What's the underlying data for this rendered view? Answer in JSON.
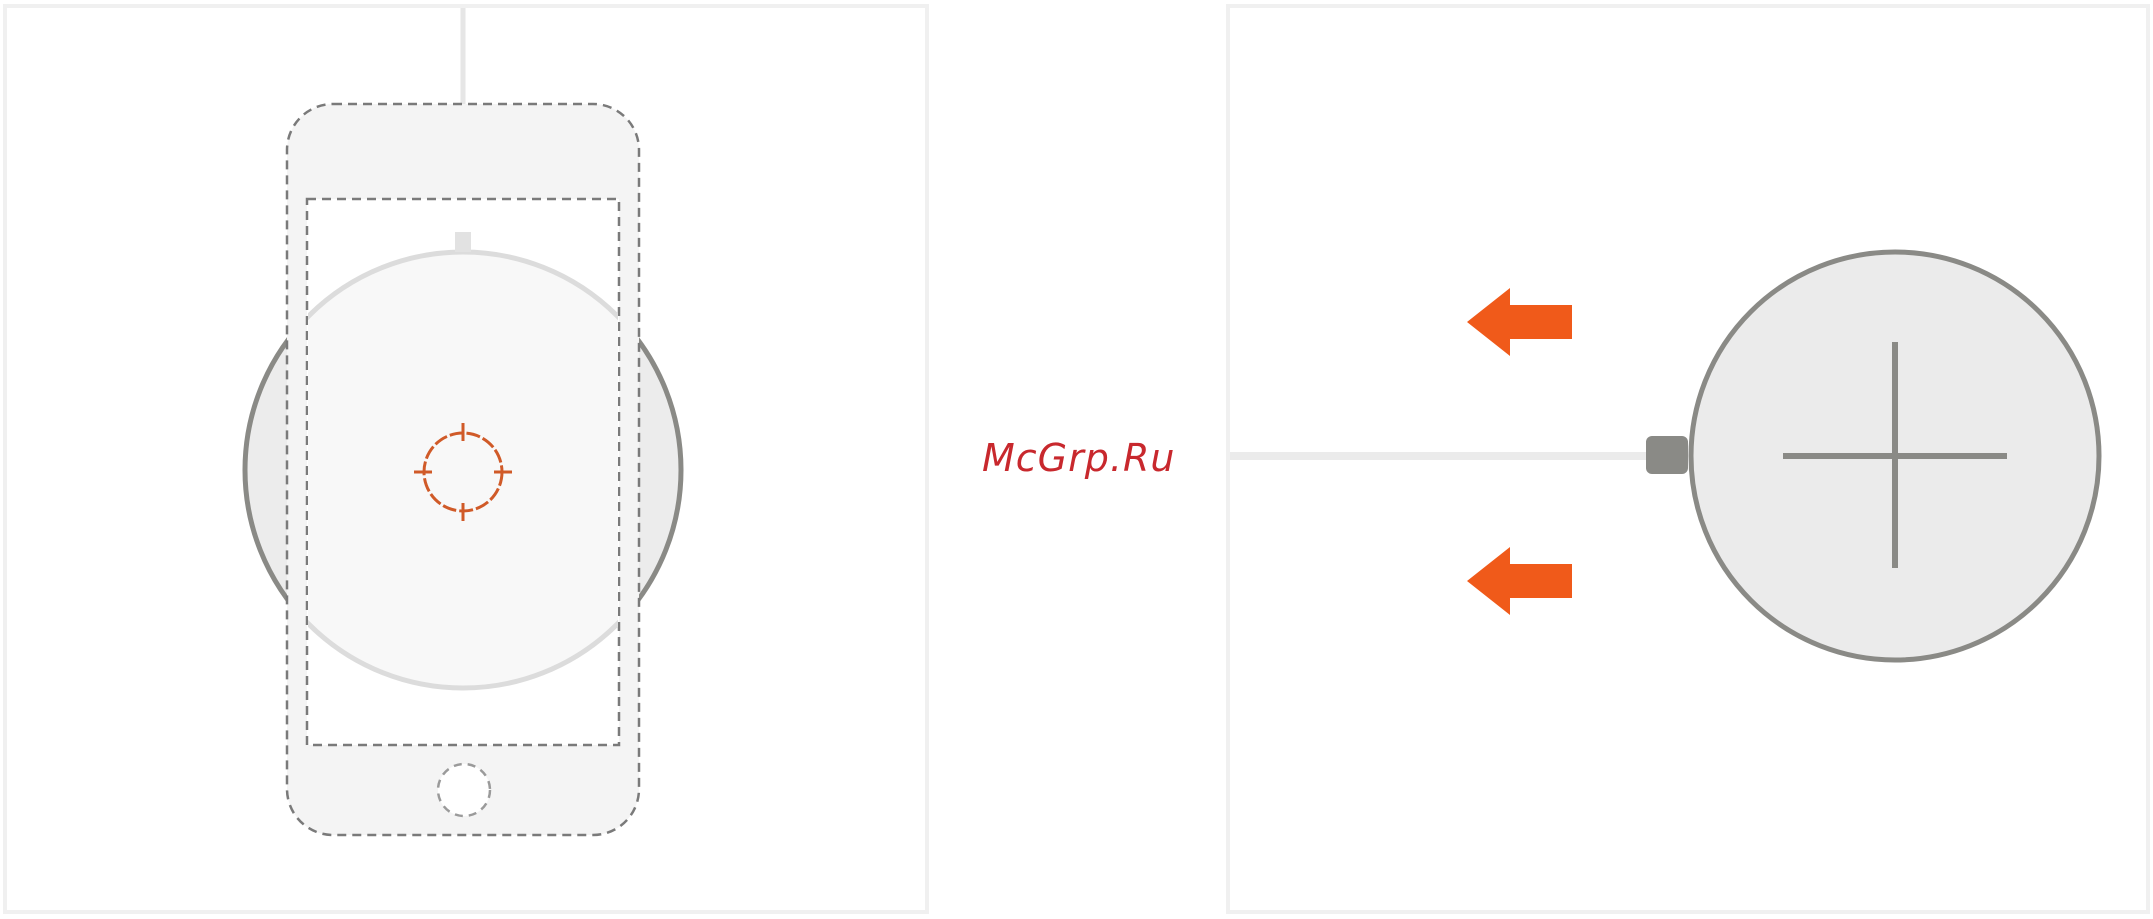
{
  "watermark": {
    "text": "McGrp.Ru",
    "color": "#c8282d"
  },
  "colors": {
    "accent": "#f05a1a",
    "target": "#d05a28",
    "outline": "#8a8a86",
    "dashed": "#7a7a7a",
    "fill_light": "#ebebeb",
    "fill_lighter": "#f7f7f7",
    "panel_border": "#f0f0f0"
  },
  "icons": {
    "left_panel": [
      "charger-pad",
      "phone-outline",
      "target-icon",
      "home-button"
    ],
    "right_panel": [
      "charger-pad",
      "plus-icon",
      "arrow-left-icon",
      "arrow-left-icon",
      "cable-connector"
    ]
  }
}
